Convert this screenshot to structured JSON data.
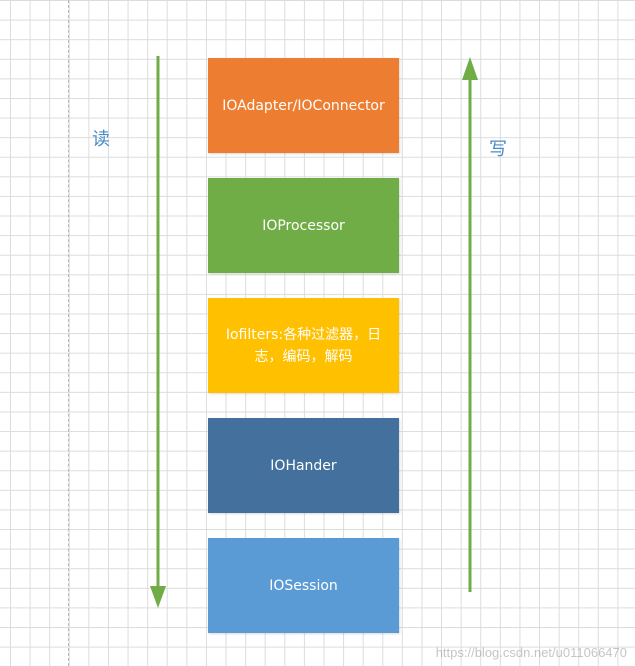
{
  "labels": {
    "read": "读",
    "write": "写"
  },
  "blocks": [
    {
      "text": "IOAdapter/IOConnector",
      "color": "#ed7d31"
    },
    {
      "text": "IOProcessor",
      "color": "#70ad47"
    },
    {
      "text": "Iofilters:各种过滤器，日志，编码，解码",
      "color": "#ffc000"
    },
    {
      "text": "IOHander",
      "color": "#44709d"
    },
    {
      "text": "IOSession",
      "color": "#5b9bd5"
    }
  ],
  "arrow_color": "#70ad47",
  "watermark": "https://blog.csdn.net/u011066470"
}
